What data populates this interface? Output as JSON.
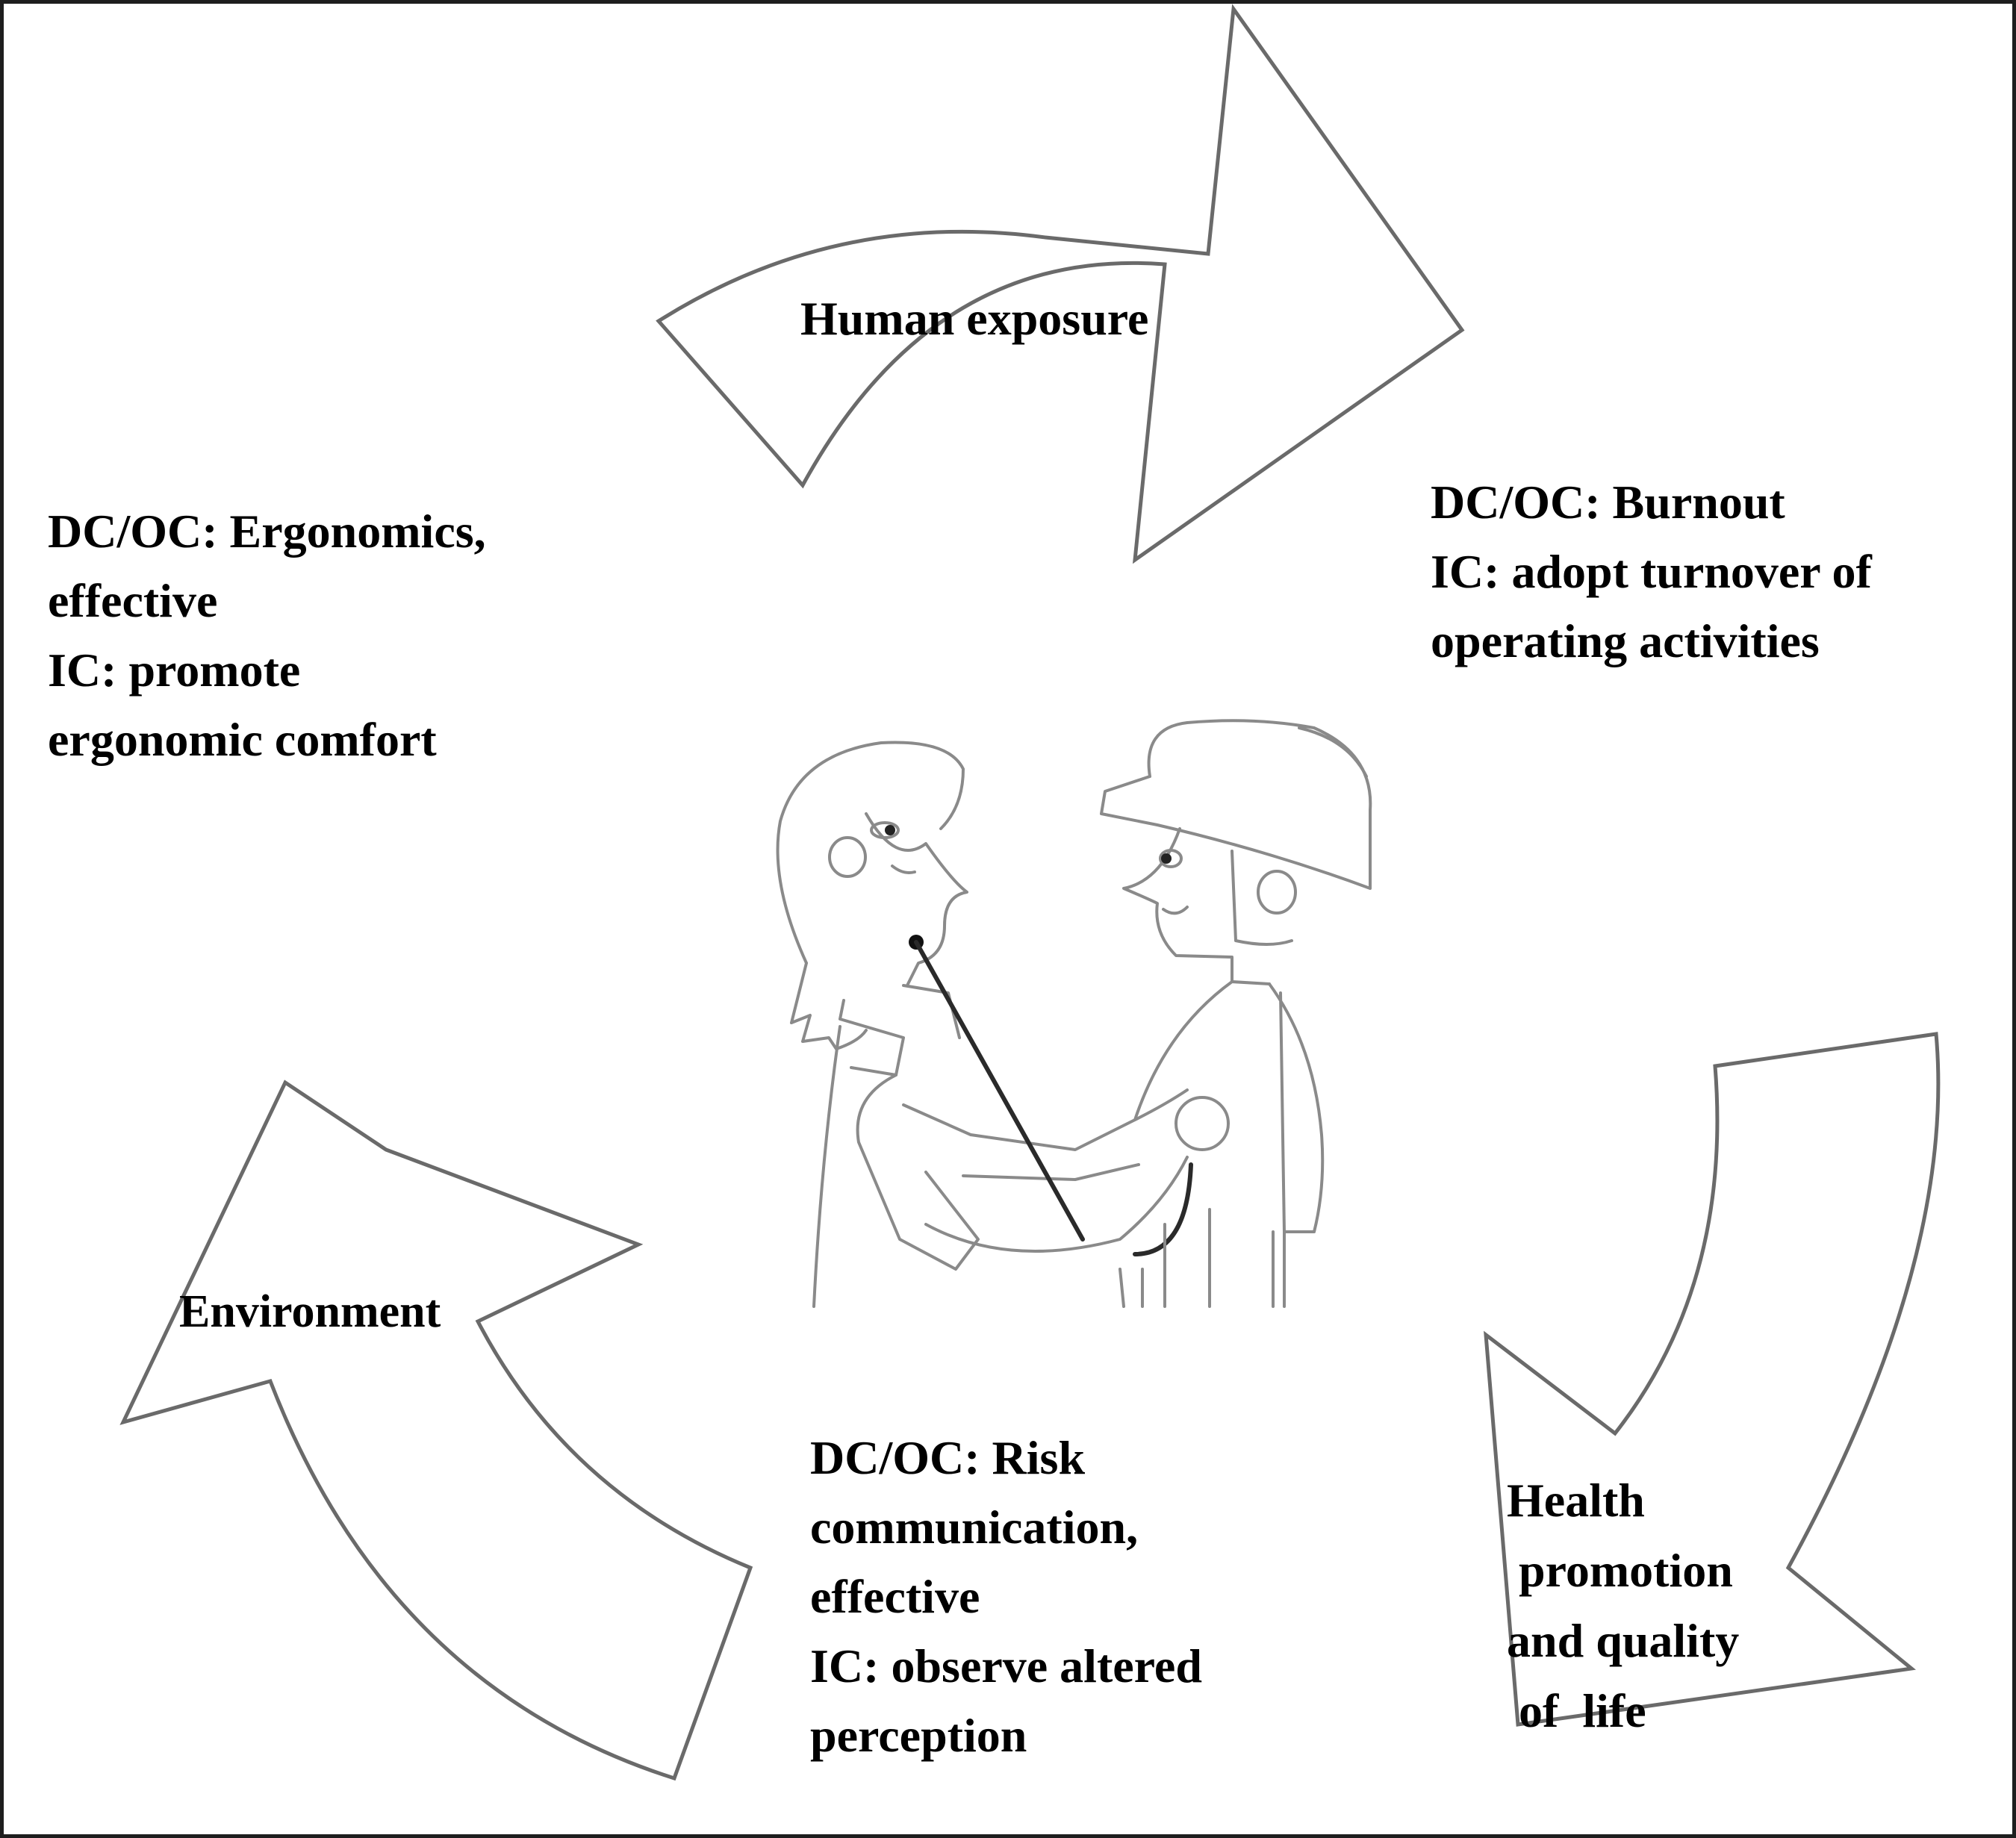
{
  "diagram": {
    "cycle_steps": [
      {
        "id": "human-exposure",
        "label": "Human exposure"
      },
      {
        "id": "health-promotion",
        "label_lines": [
          "Health",
          " promotion",
          "and quality",
          " of  life"
        ]
      },
      {
        "id": "environment",
        "label": "Environment"
      }
    ],
    "notes": {
      "ergonomics": {
        "lines": [
          "DC/OC: Ergonomics,",
          "effective",
          "IC: promote",
          "ergonomic comfort"
        ]
      },
      "burnout": {
        "lines": [
          "DC/OC: Burnout",
          "IC: adopt turnover of",
          "operating activities"
        ]
      },
      "risk_communication": {
        "lines": [
          "DC/OC: Risk",
          "communication,",
          "effective",
          "IC: observe altered",
          "perception"
        ]
      }
    },
    "center_illustration": "doctor-examining-worker-with-stethoscope",
    "colors": {
      "border": "#1e1e1e",
      "arrow_outline": "#6a6a6a",
      "text": "#000000",
      "background": "#ffffff"
    }
  }
}
